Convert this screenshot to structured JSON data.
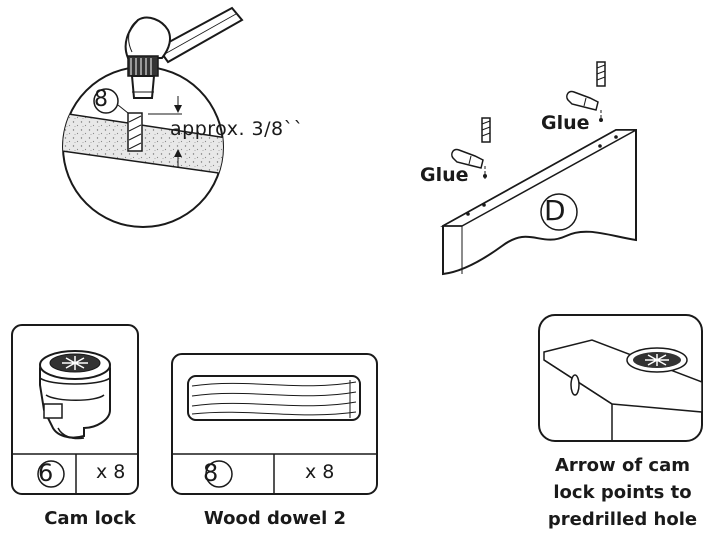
{
  "callouts": {
    "depth_label": "approx. 3/8``",
    "glue_right": "Glue",
    "glue_left": "Glue",
    "part_letter": "D",
    "dowel_callout_num": "8"
  },
  "parts": [
    {
      "name": "Cam lock",
      "number": "6",
      "quantity": "x 8"
    },
    {
      "name": "Wood dowel 2",
      "number": "8",
      "quantity": "x 8"
    }
  ],
  "note": "Arrow of cam lock points to predrilled hole"
}
